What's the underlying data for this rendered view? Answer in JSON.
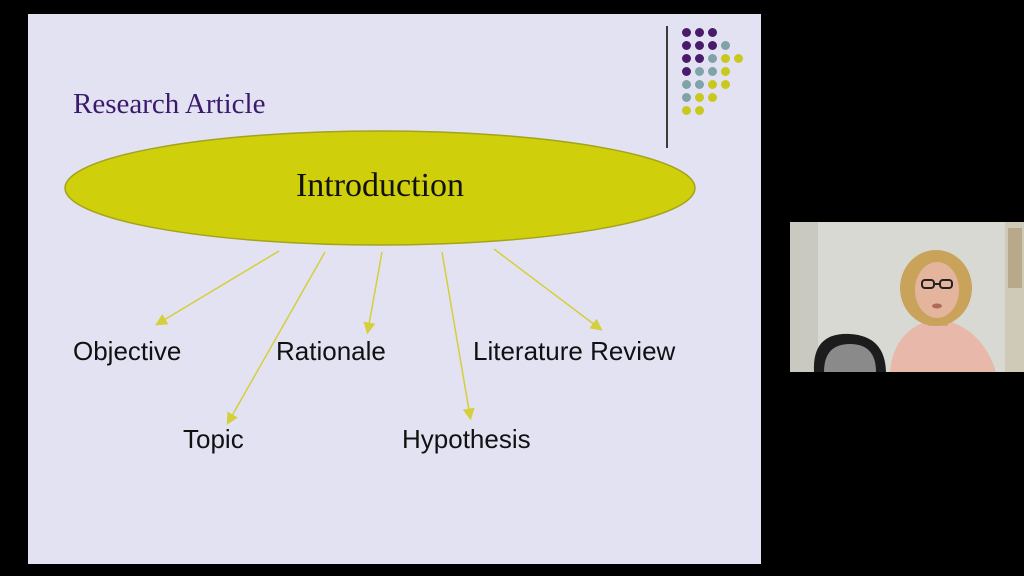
{
  "slide": {
    "title": "Research Article",
    "center_topic": "Introduction",
    "branches": [
      "Objective",
      "Topic",
      "Rationale",
      "Hypothesis",
      "Literature Review"
    ]
  },
  "colors": {
    "ellipse_fill": "#cfcf0c",
    "arrow": "#d4cf3a",
    "title": "#3b1a6e",
    "dot_purple": "#4a1a6b",
    "dot_teal": "#7fa3a8",
    "dot_yellow": "#c9c81c",
    "slide_bg": "#e3e2f2"
  },
  "webcam": {
    "description_icon": "presenter-video-icon"
  }
}
